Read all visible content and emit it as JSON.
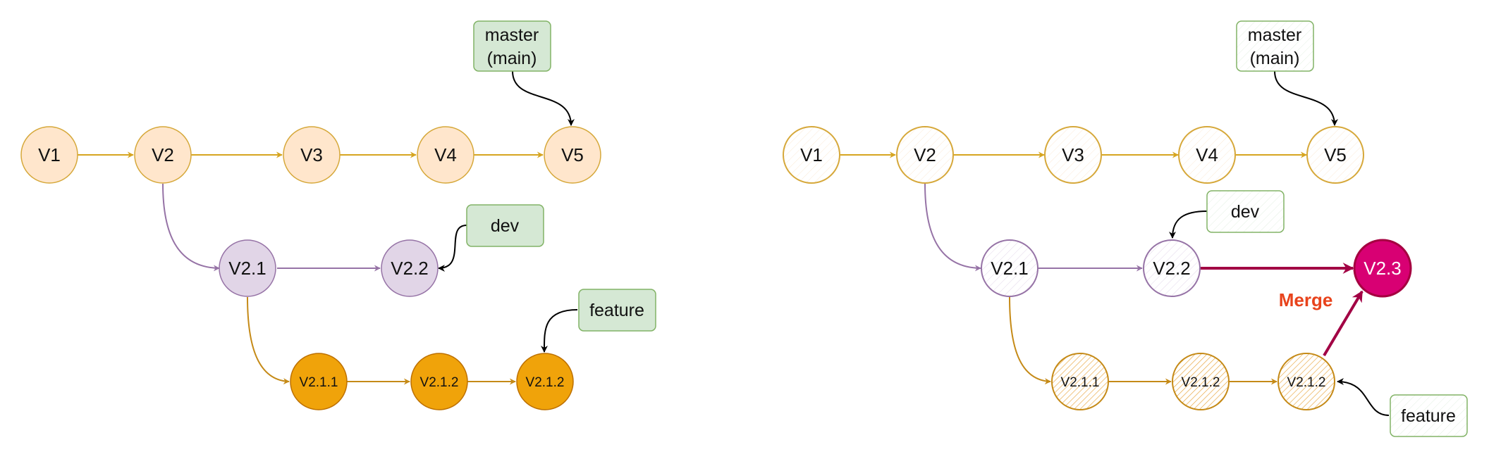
{
  "colors": {
    "main_fill": "#ffe6cc",
    "main_stroke": "#d6a83a",
    "branch_arrow": "#d6a520",
    "dev_fill": "#e1d5e7",
    "dev_stroke": "#9673a6",
    "feature_fill": "#f0a30a",
    "feature_stroke": "#bd7000",
    "feature_arrow": "#c58a17",
    "label_fill": "#d5e8d4",
    "label_stroke": "#82b366",
    "merge_fill": "#d80073",
    "merge_stroke": "#a50040",
    "merge_arrow": "#a20044",
    "merge_text": "#e8431c"
  },
  "left_diagram": {
    "commits": {
      "v1": "V1",
      "v2": "V2",
      "v3": "V3",
      "v4": "V4",
      "v5": "V5",
      "v21": "V2.1",
      "v22": "V2.2",
      "v211": "V2.1.1",
      "v212a": "V2.1.2",
      "v212b": "V2.1.2"
    },
    "labels": {
      "master_line1": "master",
      "master_line2": "(main)",
      "dev": "dev",
      "feature": "feature"
    }
  },
  "right_diagram": {
    "commits": {
      "v1": "V1",
      "v2": "V2",
      "v3": "V3",
      "v4": "V4",
      "v5": "V5",
      "v21": "V2.1",
      "v22": "V2.2",
      "v23": "V2.3",
      "v211": "V2.1.1",
      "v212a": "V2.1.2",
      "v212b": "V2.1.2"
    },
    "labels": {
      "master_line1": "master",
      "master_line2": "(main)",
      "dev": "dev",
      "feature": "feature",
      "merge": "Merge"
    }
  }
}
